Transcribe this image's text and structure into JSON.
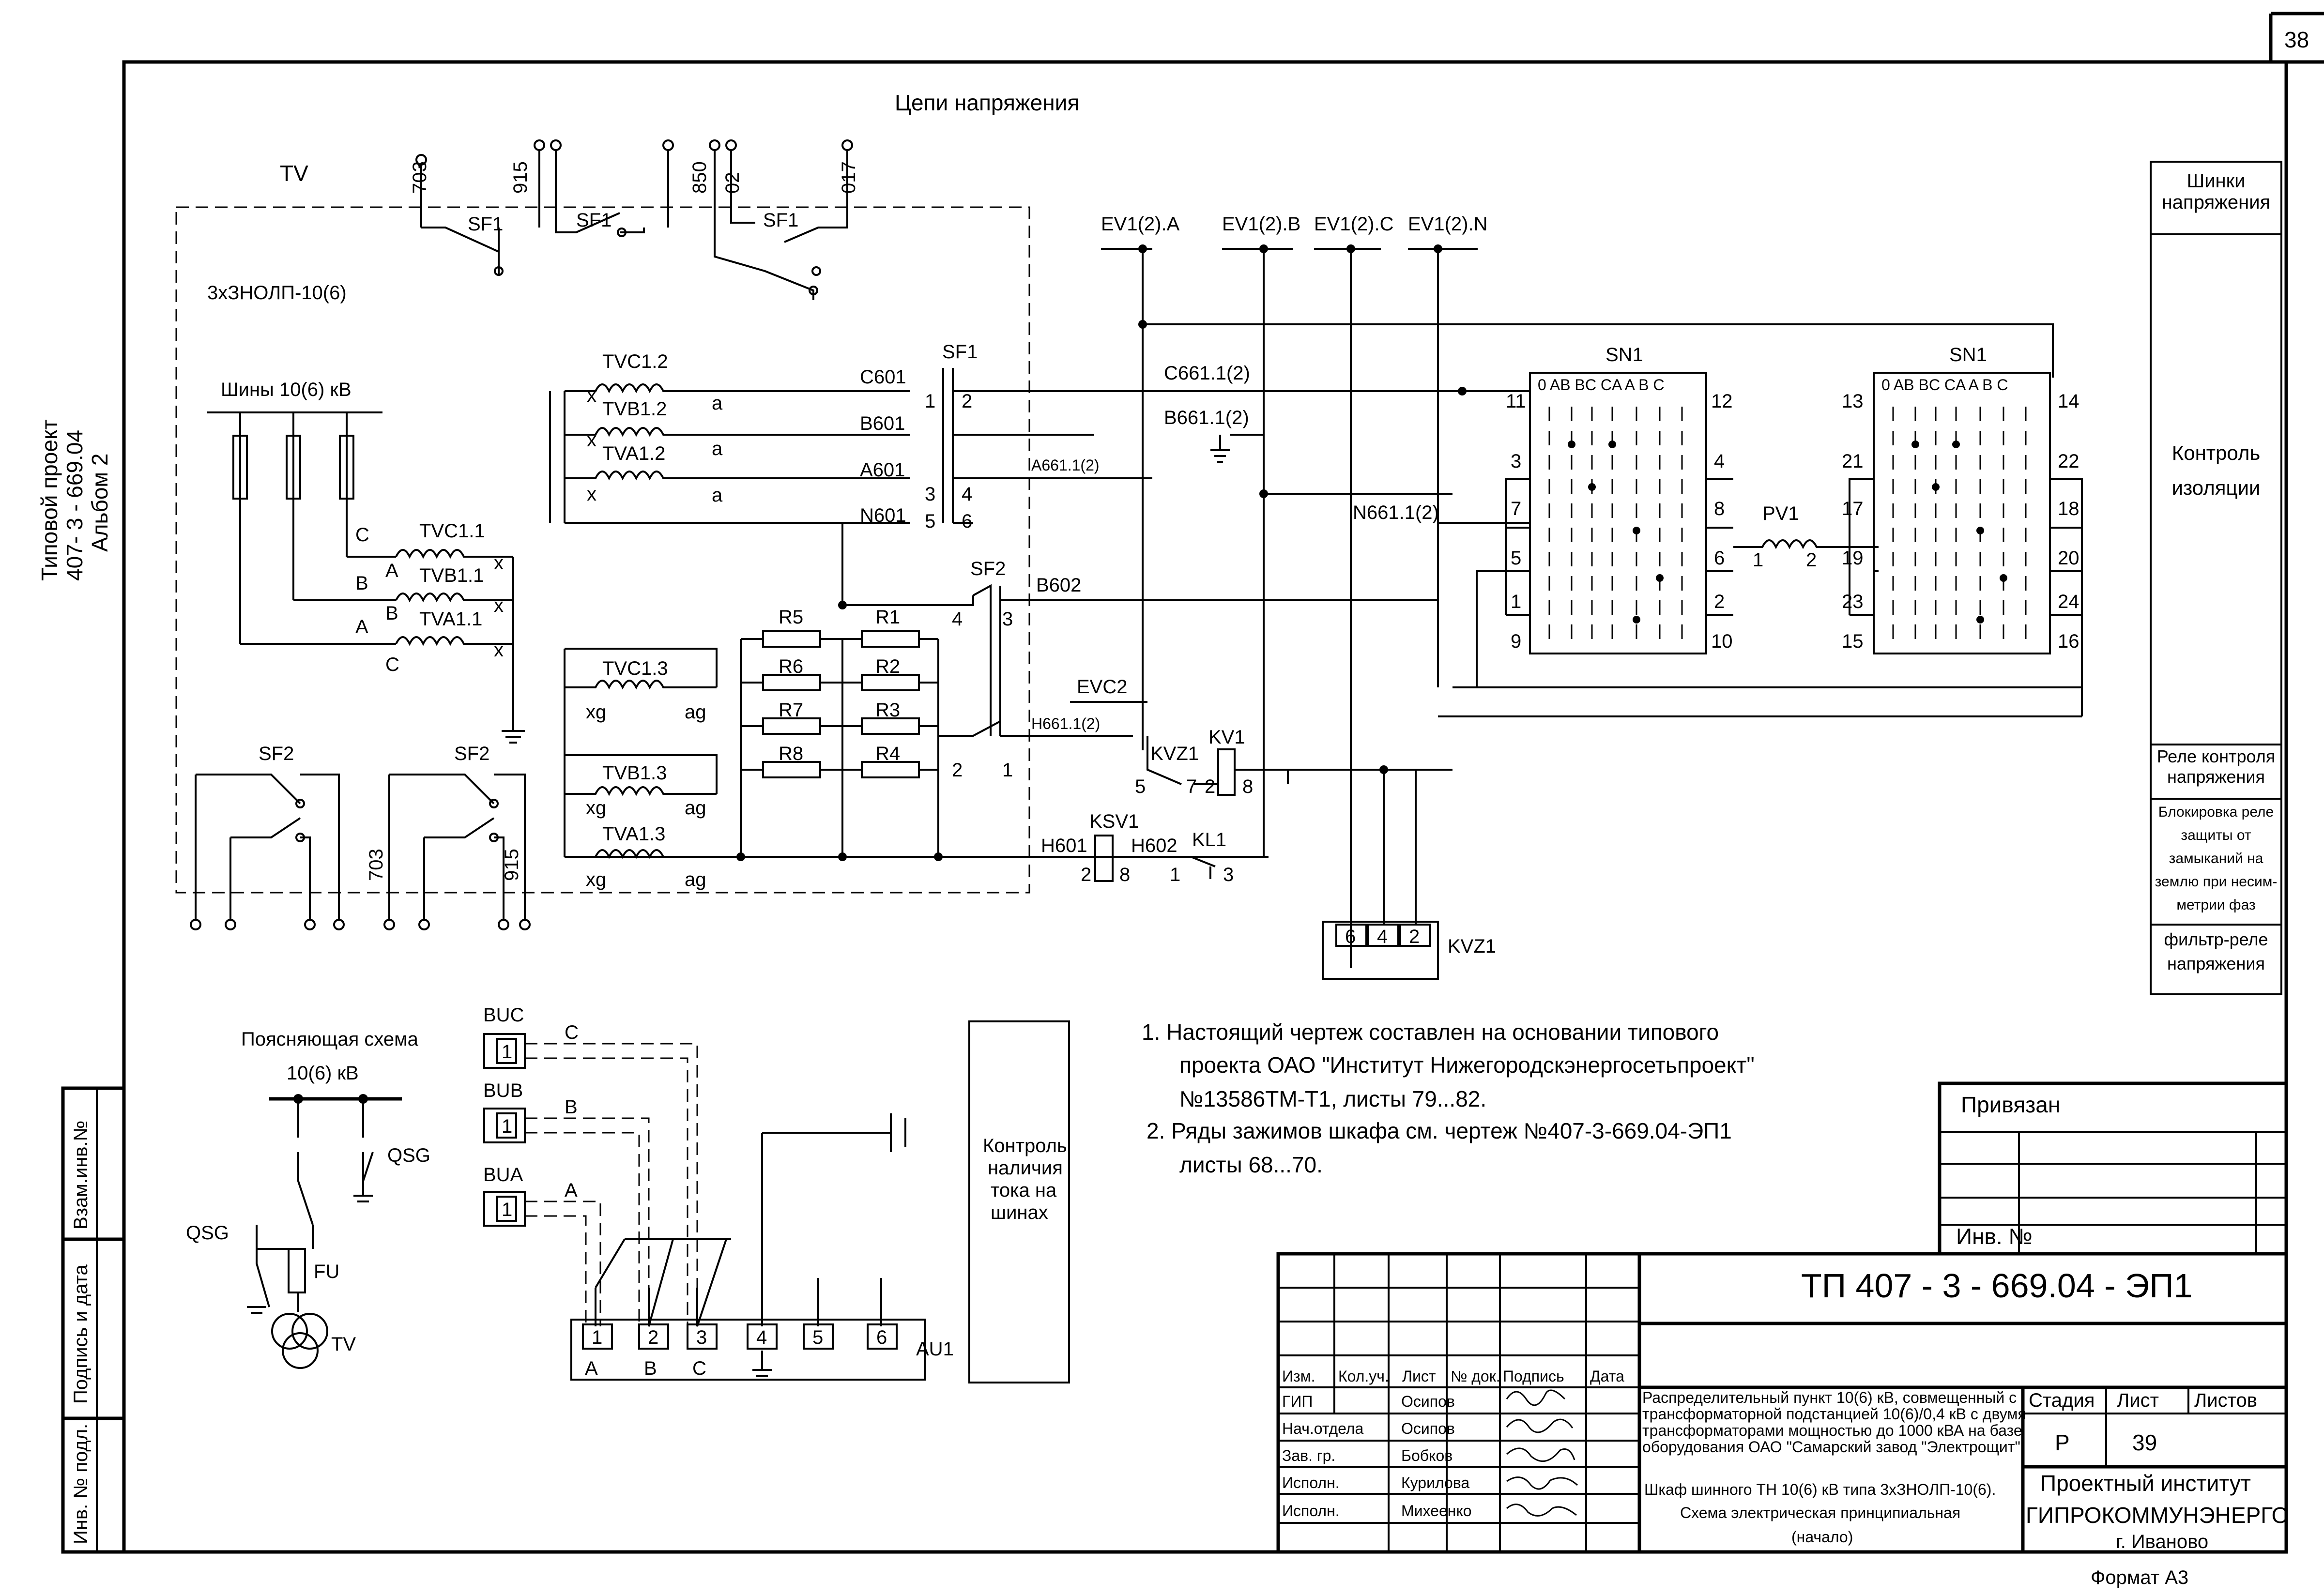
{
  "sheet_corner_number": "38",
  "title": "Цепи напряжения",
  "side_title": {
    "line1": "Типовой проект",
    "line2": "407- 3 - 669.04",
    "line3": "Альбом 2"
  },
  "stamp_side_labels": [
    "Взам.инв.№",
    "Подпись и дата",
    "Инв. № подл."
  ],
  "left_schematic": {
    "tv_label": "TV",
    "assembly": "3хЗНОЛП-10(6)",
    "bus_label": "Шины 10(6) кВ",
    "terminals_top": [
      "703",
      "915",
      "850",
      "02",
      "017"
    ],
    "sf1": "SF1",
    "sf2": "SF2",
    "tv_windings": [
      "TVC1.1",
      "TVB1.1",
      "TVA1.1"
    ],
    "phases": [
      "C",
      "B",
      "A"
    ],
    "winding_marks": [
      "A",
      "B",
      "C",
      "x",
      "x",
      "x"
    ],
    "bottom_terminals": [
      "703",
      "915"
    ]
  },
  "middle_schematic": {
    "windings_2": [
      "TVC1.2",
      "TVB1.2",
      "TVA1.2"
    ],
    "windings_3": [
      "TVC1.3",
      "TVB1.3",
      "TVA1.3"
    ],
    "mark_x": "x",
    "mark_a": "a",
    "mark_xg": "xg",
    "mark_ag": "ag",
    "wires": [
      "C601",
      "B601",
      "A601",
      "N601",
      "B602",
      "H601",
      "H602",
      "A661.1(2)",
      "H661.1(2)"
    ],
    "resistors_left": [
      "R5",
      "R6",
      "R7",
      "R8"
    ],
    "resistors_right": [
      "R1",
      "R2",
      "R3",
      "R4"
    ],
    "sf1": "SF1",
    "sf2": "SF2",
    "sf1_pins": [
      "1",
      "2",
      "3",
      "4",
      "5",
      "6"
    ],
    "sf2_pins": [
      "4",
      "3",
      "2",
      "1"
    ],
    "evc2": "EVC2",
    "relays": {
      "kvz1": "KVZ1",
      "kv1": "KV1",
      "ksv1": "KSV1",
      "kl1": "KL1"
    },
    "relay_pins": [
      "5",
      "7",
      "2",
      "8",
      "2",
      "8",
      "1",
      "3"
    ]
  },
  "right_schematic": {
    "buses": [
      "EV1(2).A",
      "EV1(2).B",
      "EV1(2).C",
      "EV1(2).N"
    ],
    "wires": [
      "C661.1(2)",
      "B661.1(2)",
      "N661.1(2)"
    ],
    "sn1_left": {
      "label": "SN1",
      "header": "0  AB BC CA  A   B   C",
      "pins_left": [
        "11",
        "3",
        "7",
        "5",
        "1",
        "9"
      ],
      "pins_right": [
        "12",
        "4",
        "8",
        "6",
        "2",
        "10"
      ]
    },
    "sn1_right": {
      "label": "SN1",
      "header": "0  AB BC CA  A   B   C",
      "pins_left": [
        "13",
        "21",
        "17",
        "19",
        "23",
        "15"
      ],
      "pins_right": [
        "14",
        "22",
        "18",
        "20",
        "24",
        "16"
      ]
    },
    "pv1": "PV1",
    "pv1_pins": [
      "1",
      "2"
    ],
    "kvz1_block": {
      "label": "KVZ1",
      "cells": [
        "6",
        "4",
        "2"
      ]
    }
  },
  "legend_column": [
    "Шинки напряжения",
    "Контроль изоляции",
    "Реле контроля напряжения",
    "Блокировка реле защиты от замыканий на землю при несим-метрии фаз",
    "фильтр-реле напряжения"
  ],
  "explanatory": {
    "title": "Поясняющая схема",
    "voltage": "10(6) кВ",
    "qsg": "QSG",
    "fu": "FU",
    "tv": "TV"
  },
  "current_control": {
    "sensors": [
      "BUC",
      "BUB",
      "BUA"
    ],
    "phases": [
      "C",
      "B",
      "A"
    ],
    "terminal_cells": [
      "1",
      "2",
      "3",
      "4",
      "5",
      "6"
    ],
    "terminal_phases": [
      "A",
      "B",
      "C"
    ],
    "device": "AU1",
    "box_text": [
      "Контроль",
      "наличия",
      "тока на",
      "шинах"
    ]
  },
  "notes": [
    "1.  Настоящий чертеж составлен на основании типового",
    "проекта ОАО \"Институт Нижегородскэнергосетьпроект\"",
    "№13586ТМ-Т1, листы 79...82.",
    "2.  Ряды зажимов шкафа см. чертеж №407-3-669.04-ЭП1",
    "листы  68...70."
  ],
  "binding_box": {
    "label": "Привязан",
    "inv": "Инв. №"
  },
  "title_block": {
    "code": "ТП  407 - 3 - 669.04 - ЭП1",
    "columns": [
      "Изм.",
      "Кол.уч.",
      "Лист",
      "№ док.",
      "Подпись",
      "Дата"
    ],
    "roles": [
      {
        "role": "ГИП",
        "name": "Осипов"
      },
      {
        "role": "Нач.отдела",
        "name": "Осипов"
      },
      {
        "role": "Зав. гр.",
        "name": "Бобков"
      },
      {
        "role": "Исполн.",
        "name": "Курилова"
      },
      {
        "role": "Исполн.",
        "name": "Михеенко"
      }
    ],
    "project_desc": [
      "Распределительный пункт 10(6) кВ, совмещенный с",
      "трансформаторной подстанцией 10(6)/0,4 кВ с двумя",
      "трансформаторами мощностью до 1000 кВА на базе",
      "оборудования ОАО \"Самарский завод \"Электрощит\""
    ],
    "sheet_desc": [
      "Шкаф шинного ТН 10(6) кВ типа 3хЗНОЛП-10(6).",
      "Схема электрическая принципиальная",
      "(начало)"
    ],
    "stage_label": "Стадия",
    "sheet_label": "Лист",
    "sheets_label": "Листов",
    "stage": "Р",
    "sheet": "39",
    "org": [
      "Проектный институт",
      "ГИПРОКОММУНЭНЕРГО",
      "г. Иваново"
    ]
  },
  "format": "Формат А3"
}
